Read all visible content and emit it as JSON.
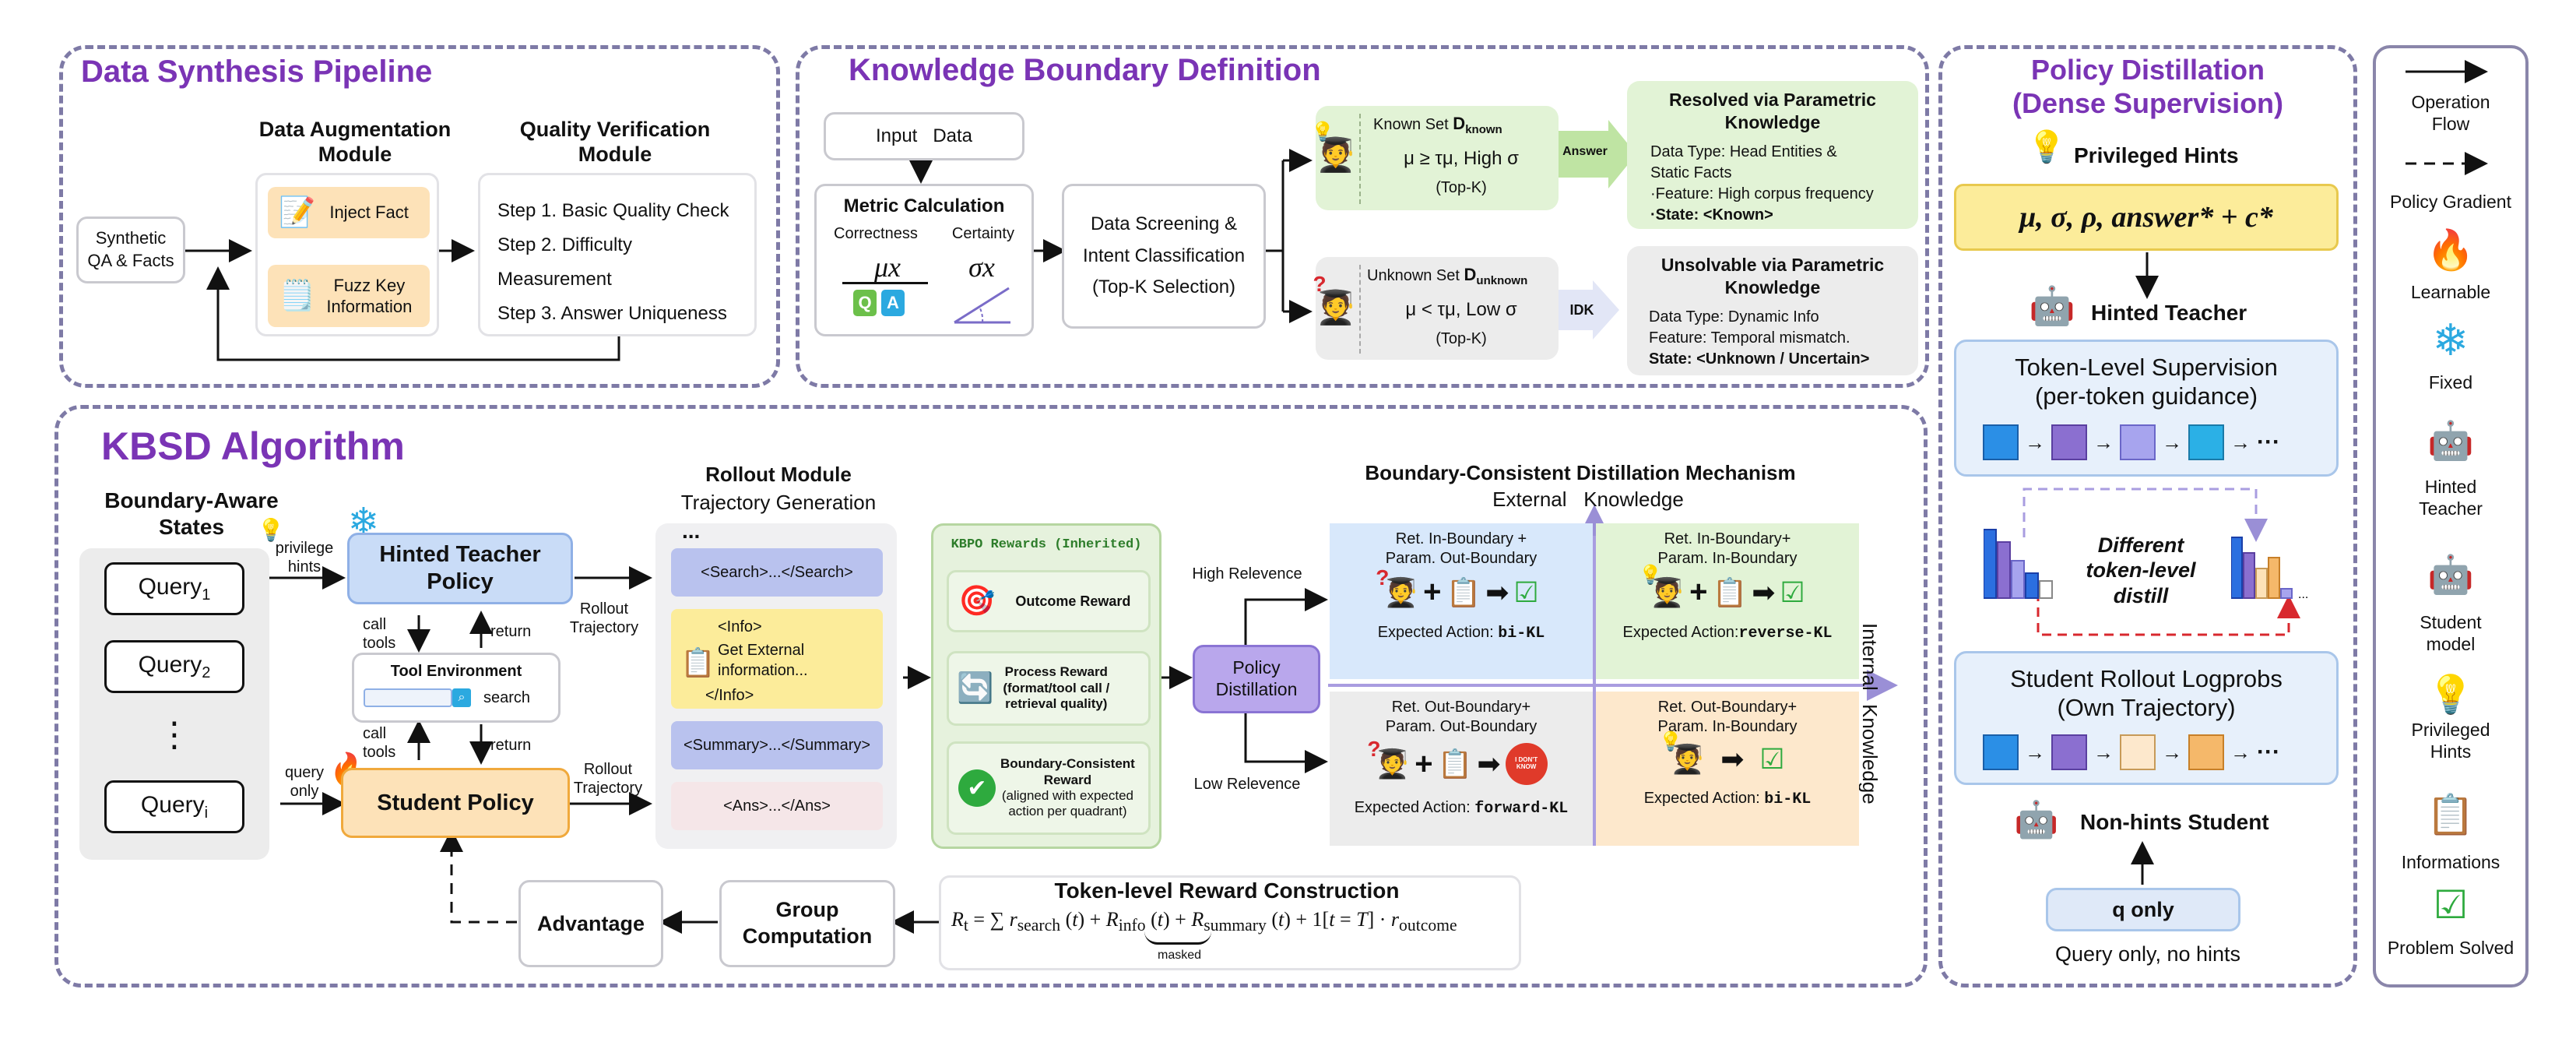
{
  "colors": {
    "title_purple": "#7a34b5",
    "dash_border": "#7e7aa6",
    "teacher_blue": "#c9dcf7",
    "student_orange": "#fde2b8",
    "green_bg": "#e2f3d6",
    "grey_bg": "#ececec",
    "peach": "#fde8cc",
    "lavender": "#e6e7f8",
    "purple_box": "#b9a7ec",
    "yellow_box": "#fcec9a",
    "red_dash": "#d8282e"
  },
  "synthesis": {
    "title": "Data Synthesis Pipeline",
    "input": "Synthetic\nQA & Facts",
    "aug_title": "Data Augmentation\nModule",
    "inject": "Inject Fact",
    "fuzz": "Fuzz Key\nInformation",
    "qv_title": "Quality Verification\nModule",
    "steps": [
      "Step 1. Basic Quality Check",
      "Step 2. Difficulty",
      "Measurement",
      "Step 3. Answer Uniqueness"
    ]
  },
  "kb": {
    "title": "Knowledge Boundary Definition",
    "input": "Input   Data",
    "metric_title": "Metric Calculation",
    "correctness": "Correctness",
    "certainty": "Certainty",
    "mu_x": "μx",
    "sigma_x": "σx",
    "screening": "Data Screening &\nIntent Classification\n(Top-K Selection)",
    "known_set": "Known Set",
    "known_d": "D",
    "known_sub": "known",
    "known_cond": "μ ≥ τμ, High σ",
    "known_topk": "(Top-K)",
    "unknown_set": "Unknown Set",
    "unknown_d": "D",
    "unknown_sub": "unknown",
    "unknown_cond": "μ < τμ, Low σ",
    "unknown_topk": "(Top-K)",
    "answer_label": "Answer",
    "idk_label": "IDK",
    "resolved_title": "Resolved via Parametric\nKnowledge",
    "resolved_lines": [
      "Data Type: Head Entities &",
      "Static Facts",
      "·Feature: High corpus frequency",
      "·State: <Known>"
    ],
    "unsolvable_title": "Unsolvable via Parametric\nKnowledge",
    "unsolvable_lines": [
      "Data Type: Dynamic Info",
      "Feature: Temporal mismatch.",
      "State: <Unknown / Uncertain>"
    ]
  },
  "kbsd": {
    "title": "KBSD Algorithm",
    "states_title": "Boundary-Aware\nStates",
    "query1": "Query",
    "query1_sub": "1",
    "query2": "Query",
    "query2_sub": "2",
    "dots": "⋮",
    "queryi": "Query",
    "queryi_sub": "i",
    "privilege_hints": "privilege\nhints",
    "query_only": "query\nonly",
    "teacher": "Hinted Teacher\nPolicy",
    "student": "Student Policy",
    "call_tools": "call\ntools",
    "return": "return",
    "tool_env": "Tool Environment",
    "search": "search",
    "rollout_traj": "Rollout\nTrajectory",
    "rollout_title": "Rollout Module",
    "rollout_sub": "Trajectory Generation",
    "ellipsis": "...",
    "search_tag": "<Search>...</Search>",
    "info_open": "<Info>",
    "info_body": "Get External\ninformation...",
    "info_close": "</Info>",
    "summary_tag": "<Summary>...</Summary>",
    "ans_tag": "<Ans>...</Ans>",
    "kbpo_title": "KBPO Rewards (Inherited)",
    "outcome": "Outcome Reward",
    "process": "Process Reward\n(format/tool call /\nretrieval quality)",
    "bc_reward": "Boundary-Consistent\nReward",
    "bc_reward_sub": "(aligned with expected\naction per quadrant)",
    "policy_distill": "Policy\nDistillation",
    "high_rel": "High Relevence",
    "low_rel": "Low Relevence",
    "bcd_title": "Boundary-Consistent Distillation Mechanism",
    "external": "External   Knowledge",
    "internal": "Internal",
    "knowledge_v": "Knowledge",
    "q1_title": "Ret. In-Boundary +\nParam. Out-Boundary",
    "q1_action_pre": "Expected Action: ",
    "q1_action": "bi-KL",
    "q2_title": "Ret. In-Boundary+\nParam. In-Boundary",
    "q2_action_pre": "Expected Action:",
    "q2_action": "reverse-KL",
    "q3_title": "Ret. Out-Boundary+\nParam. Out-Boundary",
    "q3_action_pre": "Expected Action: ",
    "q3_action": "forward-KL",
    "q4_title": "Ret. Out-Boundary+\nParam. In-Boundary",
    "q4_action_pre": "Expected Action: ",
    "q4_action": "bi-KL",
    "dont_know": "I DON'T\nKNOW",
    "token_reward_title": "Token-level Reward Construction",
    "masked": "masked",
    "group": "Group\nComputation",
    "advantage": "Advantage"
  },
  "policy": {
    "title": "Policy Distillation\n(Dense Supervision)",
    "priv_hints": "Privileged Hints",
    "formula": "μ, σ, ρ, answer* + c*",
    "hinted_teacher": "Hinted Teacher",
    "token_sup": "Token-Level Supervision\n(per-token guidance)",
    "dots": "···",
    "diff_distill": "Different\ntoken-level\ndistill",
    "student_rollout": "Student Rollout Logprobs\n(Own Trajectory)",
    "non_hints": "Non-hints Student",
    "q_only": "q only",
    "q_only_caption": "Query only, no hints"
  },
  "legend": {
    "operation_flow": "Operation\nFlow",
    "policy_gradient": "Policy Gradient",
    "learnable": "Learnable",
    "fixed": "Fixed",
    "hinted_teacher": "Hinted\nTeacher",
    "student_model": "Student\nmodel",
    "privileged_hints": "Privileged\nHints",
    "informations": "Informations",
    "problem_solved": "Problem Solved"
  }
}
